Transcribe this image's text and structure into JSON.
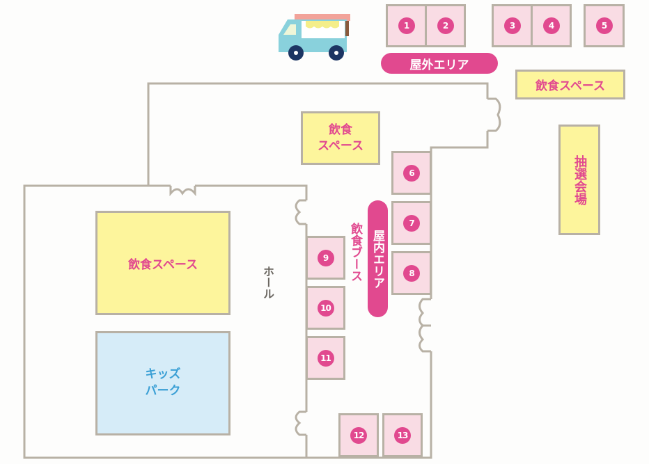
{
  "outdoor": {
    "label": "屋外エリア",
    "booths": [
      "1",
      "2",
      "3",
      "4",
      "5"
    ]
  },
  "indoor": {
    "label": "屋内エリア",
    "food_booth_label": "飲食ブース",
    "booths": [
      "6",
      "7",
      "8",
      "9",
      "10",
      "11",
      "12",
      "13"
    ]
  },
  "spaces": {
    "eating_top_right": "飲食スペース",
    "eating_middle": "飲食\nスペース",
    "eating_hall": "飲食スペース",
    "lottery": "抽選会場",
    "kids": "キッズ\nパーク",
    "hall": "ホール"
  },
  "icons": {
    "food_truck": "food-truck-icon"
  },
  "colors": {
    "accent": "#e1498f",
    "booth": "#f9dce4",
    "yellow": "#fdf59c",
    "kids": "#d6ecf8",
    "wall": "#b8b1a5"
  }
}
